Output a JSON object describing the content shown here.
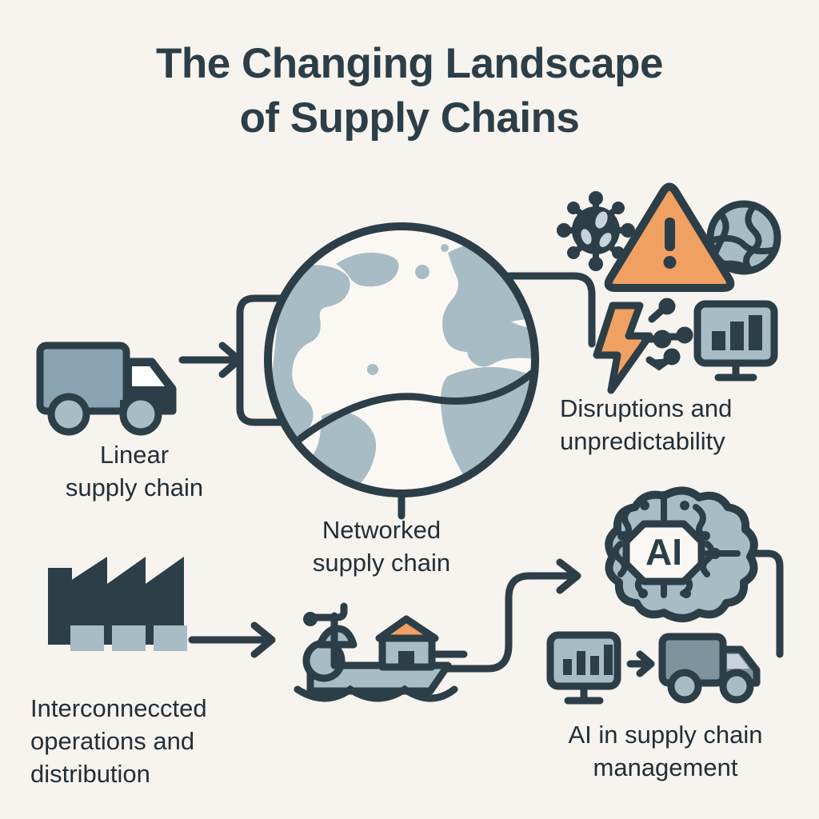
{
  "meta": {
    "background_color": "#f7f3ee",
    "ink_color": "#2c3e47",
    "accent_color": "#f0a061",
    "fill_light": "#a8bcc6",
    "fill_mid": "#8ba4b4",
    "fill_gray": "#7e939d"
  },
  "title": {
    "line1": "The Changing Landscape",
    "line2": "of Supply Chains",
    "full": "The Changing Landscape of Supply Chains"
  },
  "nodes": {
    "linear": {
      "caption": "Linear\nsupply chain",
      "icon": "delivery-truck-icon"
    },
    "networked": {
      "caption": "Networked\nsupply chain",
      "icon": "globe-icon"
    },
    "disruptions": {
      "caption": "Disruptions and\nunpredictability",
      "icons": [
        "virus-icon",
        "warning-triangle-icon",
        "globe-small-icon",
        "lightning-bolt-icon",
        "broken-network-icon",
        "monitor-chart-icon"
      ]
    },
    "interconnected": {
      "caption": "Interconneccted\noperations and\ndistribution",
      "icon": "factory-icon"
    },
    "ai": {
      "caption": "AI in supply chain\nmanagement",
      "brain_label": "AI",
      "icons": [
        "ai-brain-icon",
        "monitor-chart-icon",
        "delivery-truck-icon"
      ]
    },
    "port": {
      "icon": "cargo-ship-icon"
    }
  },
  "connectors": [
    {
      "name": "truck-to-globe",
      "from": "linear",
      "to": "networked",
      "style": "arrow"
    },
    {
      "name": "globe-to-disruptions",
      "from": "networked",
      "to": "disruptions",
      "style": "curve"
    },
    {
      "name": "globe-to-port",
      "from": "networked",
      "to": "port",
      "style": "stem"
    },
    {
      "name": "factory-to-port",
      "from": "interconnected",
      "to": "port",
      "style": "arrow"
    },
    {
      "name": "port-to-ai",
      "from": "port",
      "to": "ai",
      "style": "curve-arrow"
    },
    {
      "name": "ai-loop",
      "from": "ai",
      "to": "ai",
      "style": "loop"
    }
  ]
}
